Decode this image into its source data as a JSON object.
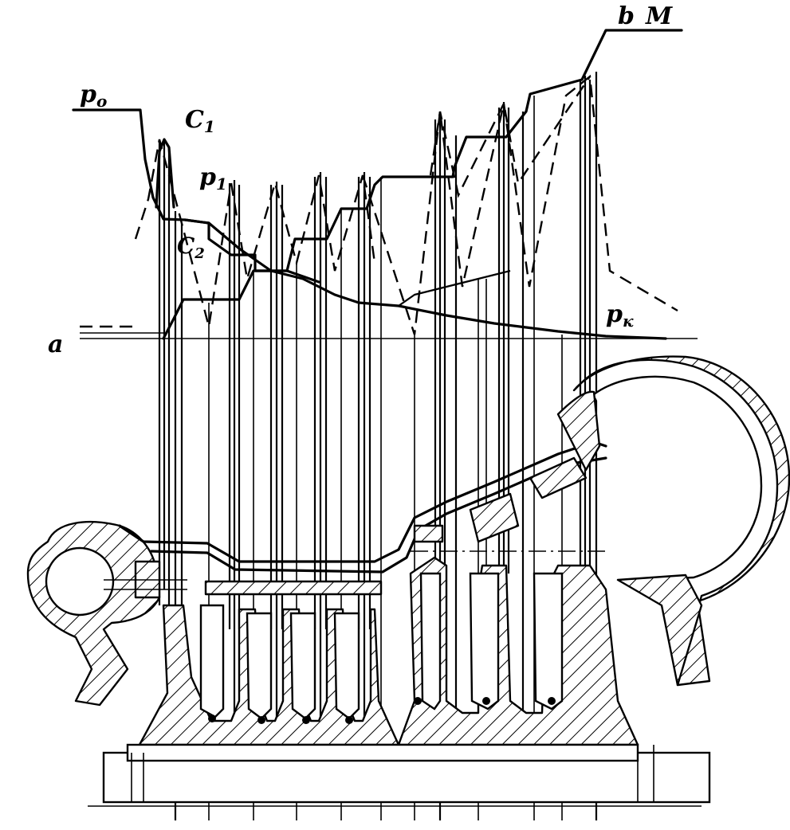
{
  "labels": {
    "p0": "p",
    "p0_sub": "o",
    "c1": "C",
    "c1_sub": "1",
    "p1": "p",
    "p1_sub": "1",
    "c2": "C",
    "c2_sub": "2",
    "pk": "p",
    "pk_sub": "к",
    "a": "a",
    "b": "b",
    "m": "M"
  },
  "colors": {
    "ink": "#000000",
    "paper": "#ffffff"
  }
}
